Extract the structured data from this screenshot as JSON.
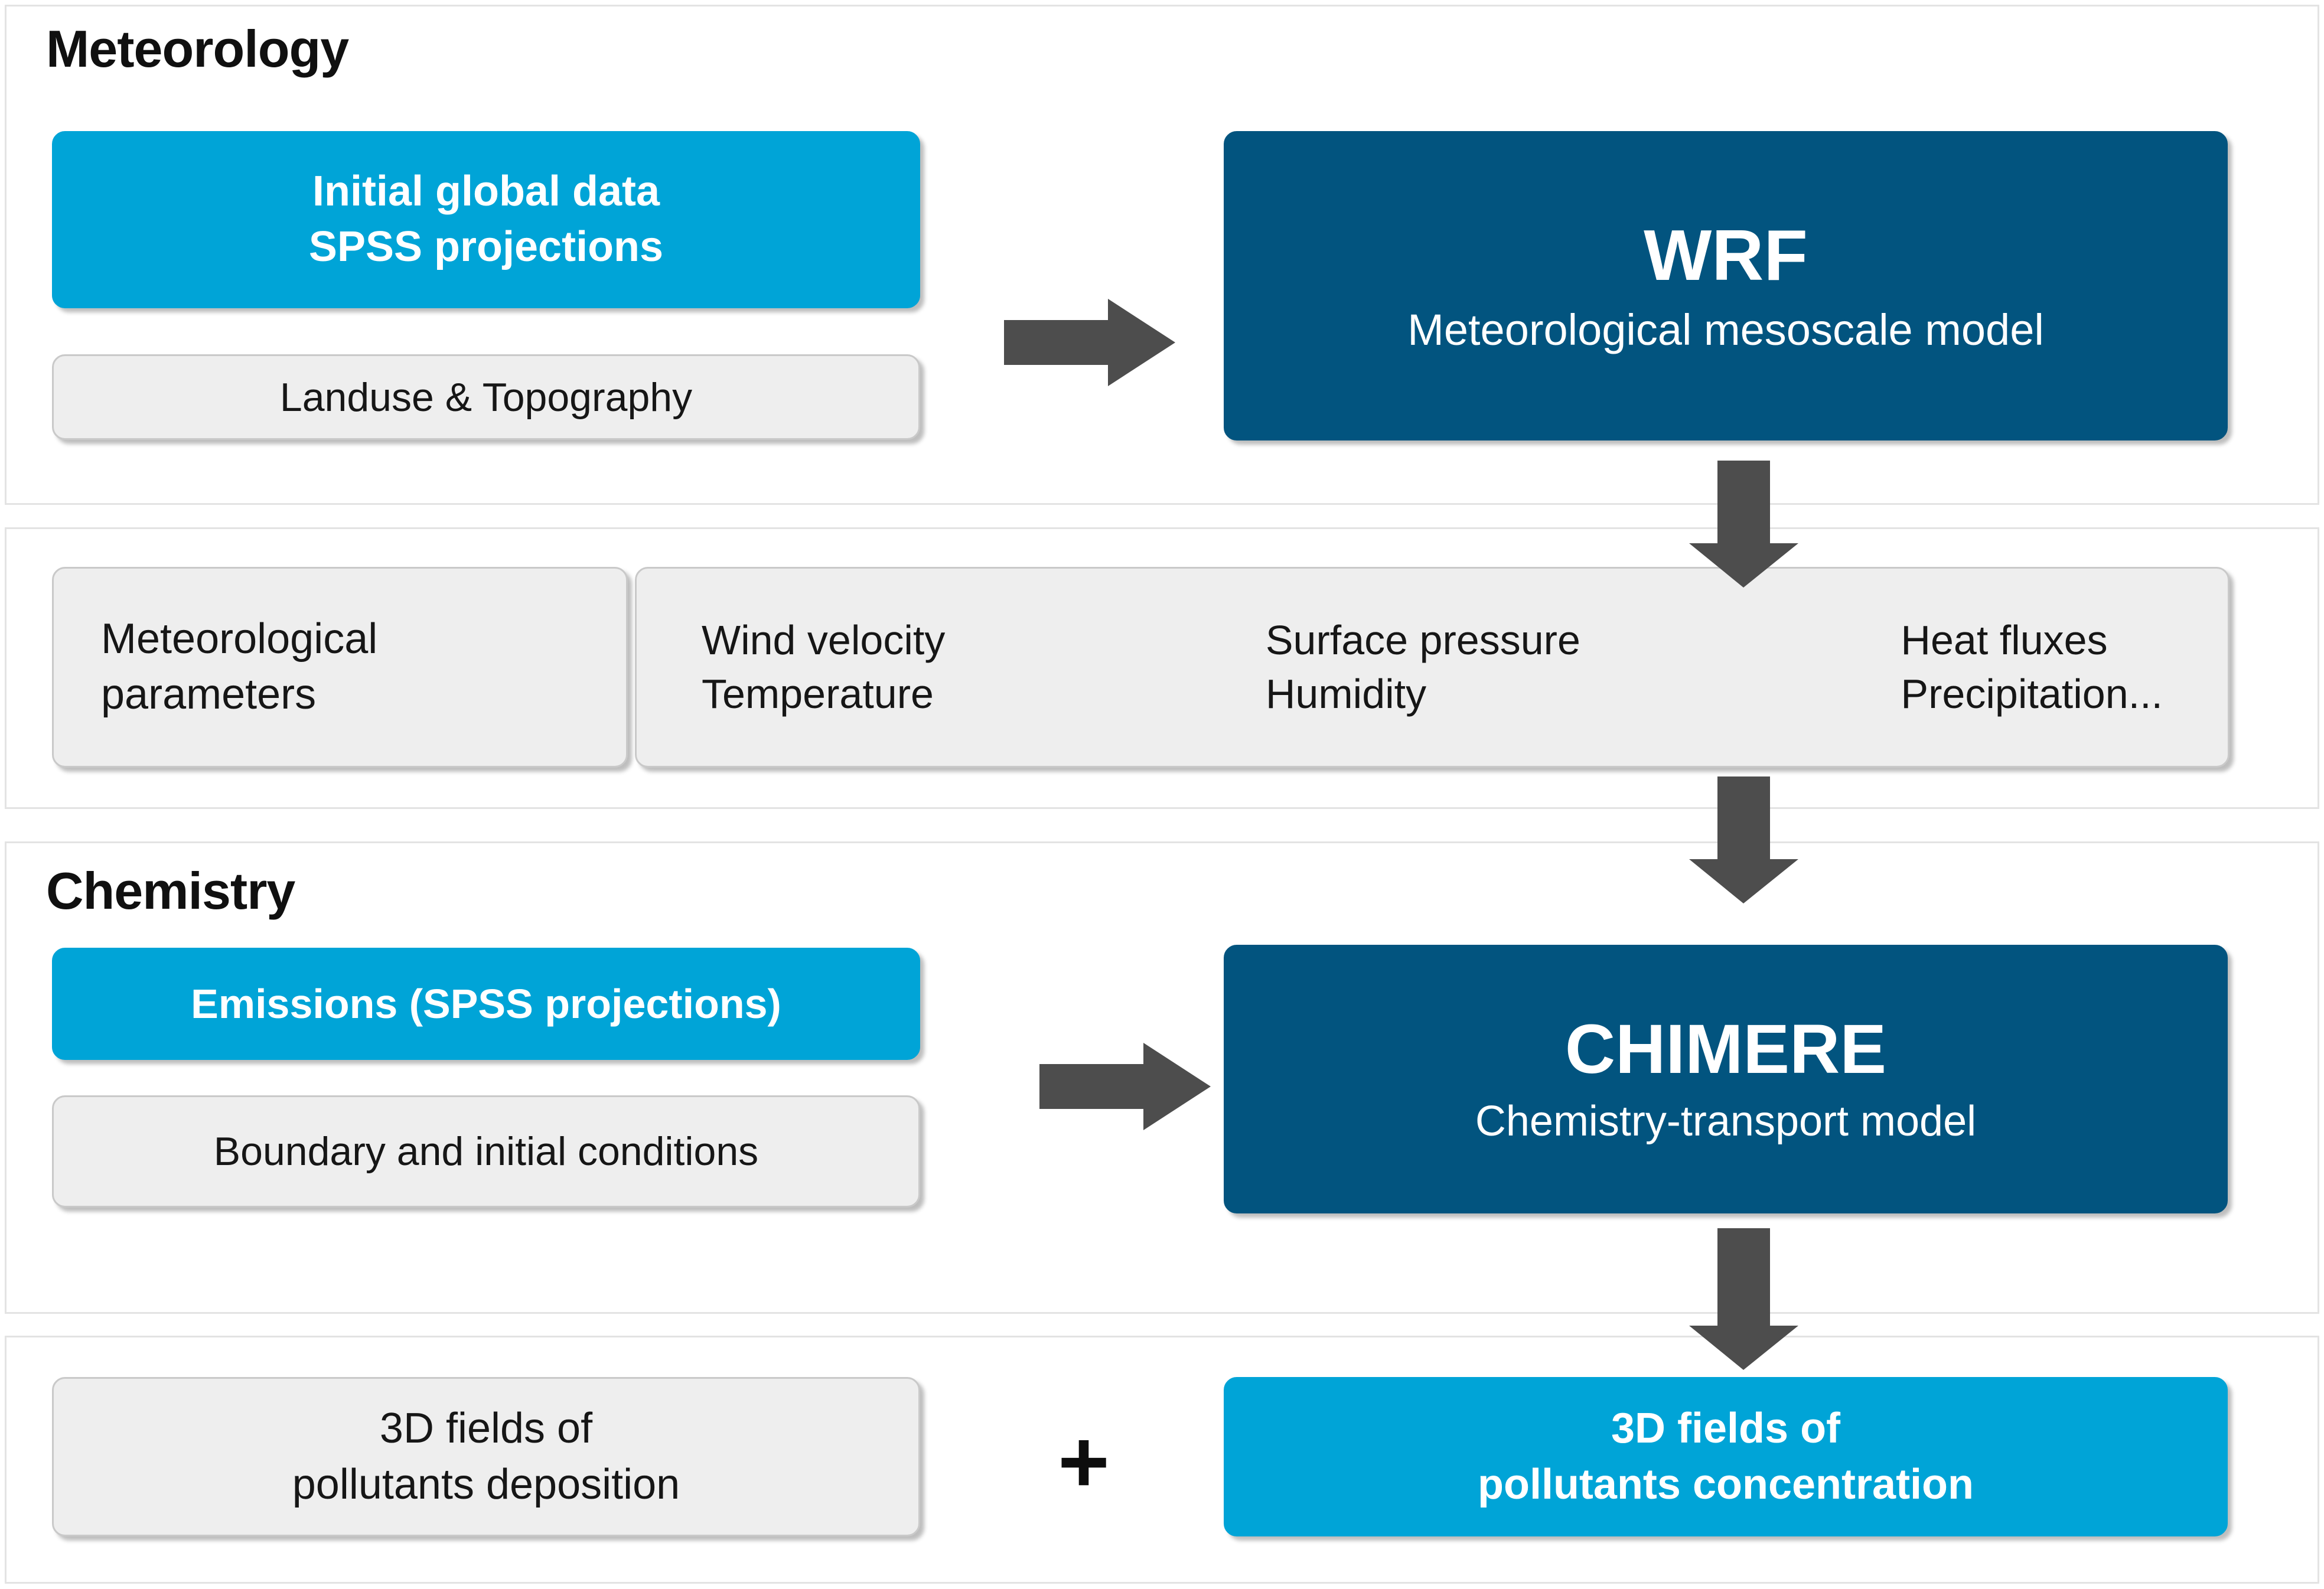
{
  "diagram": {
    "title": "WRF-CHIMERE air quality modelling chain",
    "colors": {
      "cyan": "#00a4d7",
      "navy": "#02547f",
      "grey_box": "#eeeeee",
      "panel_border": "#e3e3e3",
      "arrow": "#4d4d4d",
      "text_dark": "#161616",
      "text_light": "#ffffff"
    }
  },
  "sections": {
    "meteorology": {
      "heading": "Meteorology",
      "inputs": [
        {
          "line1": "Initial global data",
          "line2": "SPSS projections"
        },
        {
          "line1": "Landuse & Topography"
        }
      ],
      "model": {
        "title": "WRF",
        "subtitle": "Meteorological mesoscale model"
      }
    },
    "parameters": {
      "label_line1": "Meteorological",
      "label_line2": "parameters",
      "columns": [
        {
          "line1": "Wind velocity",
          "line2": "Temperature"
        },
        {
          "line1": "Surface pressure",
          "line2": "Humidity"
        },
        {
          "line1": "Heat fluxes",
          "line2": "Precipitation..."
        }
      ]
    },
    "chemistry": {
      "heading": "Chemistry",
      "inputs": [
        {
          "line1": "Emissions (SPSS projections)"
        },
        {
          "line1": "Boundary and initial conditions"
        }
      ],
      "model": {
        "title": "CHIMERE",
        "subtitle": "Chemistry-transport model"
      }
    },
    "output": {
      "deposition": {
        "line1": "3D fields of",
        "line2": "pollutants deposition"
      },
      "operator": "+",
      "concentration": {
        "line1": "3D fields of",
        "line2": "pollutants concentration"
      }
    }
  }
}
